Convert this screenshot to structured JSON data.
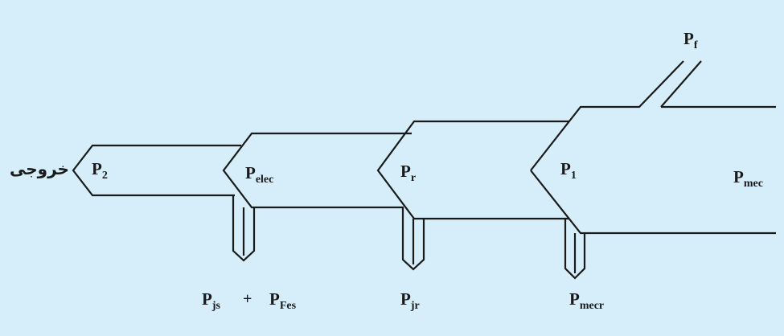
{
  "diagram": {
    "output_label": "خروجی",
    "plus_sign": "+",
    "labels": {
      "p2": {
        "main": "P",
        "sub": "2"
      },
      "pelec": {
        "main": "P",
        "sub": "elec"
      },
      "pr": {
        "main": "P",
        "sub": "r"
      },
      "p1": {
        "main": "P",
        "sub": "1"
      },
      "pmec": {
        "main": "P",
        "sub": "mec"
      },
      "pf": {
        "main": "P",
        "sub": "f"
      },
      "pjs": {
        "main": "P",
        "sub": "js"
      },
      "pfes": {
        "main": "P",
        "sub": "Fes"
      },
      "pjr": {
        "main": "P",
        "sub": "jr"
      },
      "pmecr": {
        "main": "P",
        "sub": "mecr"
      }
    },
    "colors": {
      "background": "#d6eefa",
      "stroke": "#1a1a1a"
    }
  }
}
